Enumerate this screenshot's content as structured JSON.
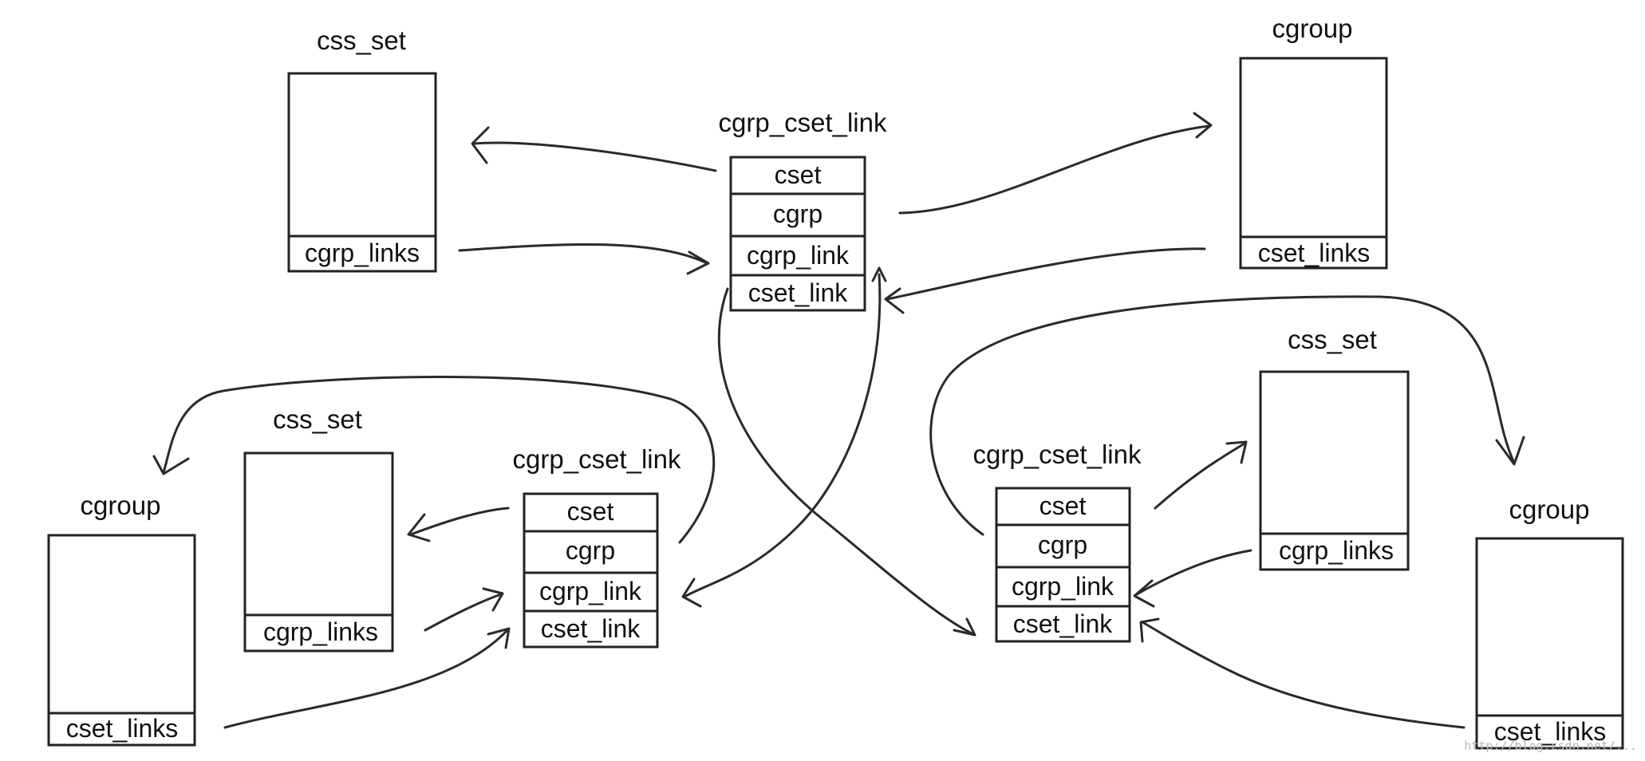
{
  "top_css_set": {
    "title": "css_set",
    "field": "cgrp_links"
  },
  "top_link": {
    "title": "cgrp_cset_link",
    "fields": [
      "cset",
      "cgrp",
      "cgrp_link",
      "cset_link"
    ]
  },
  "top_cgroup": {
    "title": "cgroup",
    "field": "cset_links"
  },
  "left_cgroup": {
    "title": "cgroup",
    "field": "cset_links"
  },
  "left_css_set": {
    "title": "css_set",
    "field": "cgrp_links"
  },
  "left_link": {
    "title": "cgrp_cset_link",
    "fields": [
      "cset",
      "cgrp",
      "cgrp_link",
      "cset_link"
    ]
  },
  "right_link": {
    "title": "cgrp_cset_link",
    "fields": [
      "cset",
      "cgrp",
      "cgrp_link",
      "cset_link"
    ]
  },
  "right_css_set": {
    "title": "css_set",
    "field": "cgrp_links"
  },
  "right_cgroup": {
    "title": "cgroup",
    "field": "cset_links"
  },
  "watermark": "http://blog.csdn.net/..."
}
